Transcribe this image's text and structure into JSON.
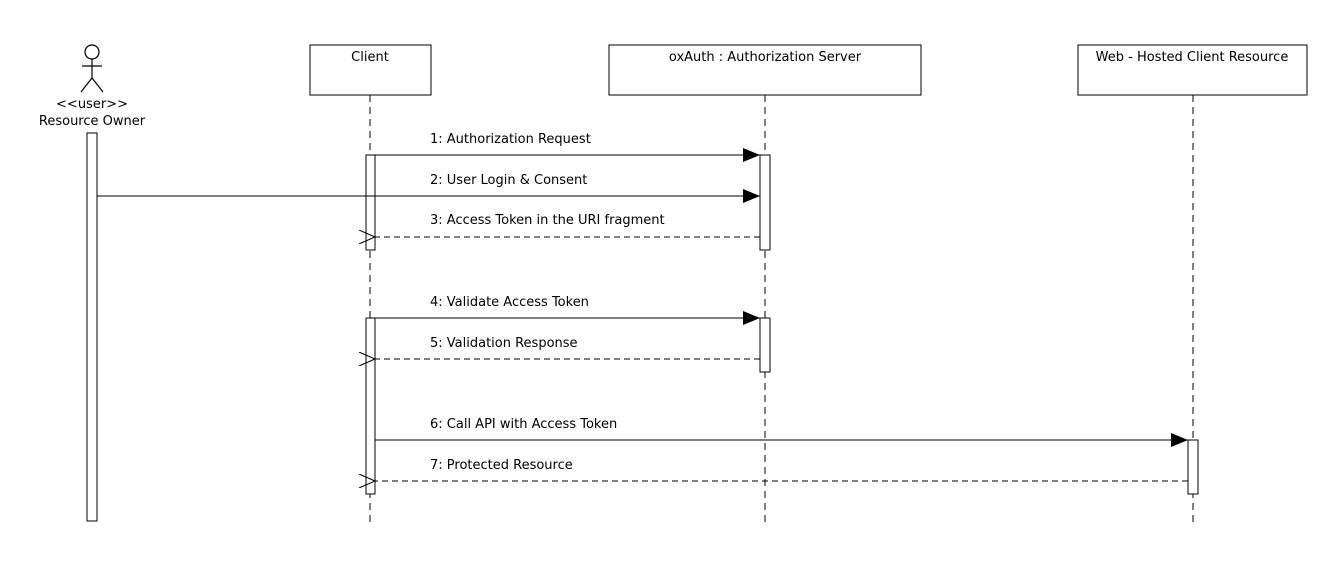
{
  "actor": {
    "stereotype": "<<user>>",
    "name": "Resource Owner",
    "icon": "stick-figure-icon"
  },
  "participants": [
    {
      "id": "client",
      "label": "Client"
    },
    {
      "id": "authz",
      "label": "oxAuth : Authorization Server"
    },
    {
      "id": "resource",
      "label": "Web - Hosted Client Resource"
    }
  ],
  "messages": [
    {
      "label": "1: Authorization Request",
      "from": "client",
      "to": "authz",
      "kind": "sync"
    },
    {
      "label": "2: User Login & Consent",
      "from": "owner",
      "to": "authz",
      "kind": "sync"
    },
    {
      "label": "3: Access Token in the URI fragment",
      "from": "authz",
      "to": "client",
      "kind": "return"
    },
    {
      "label": "4: Validate Access Token",
      "from": "client",
      "to": "authz",
      "kind": "sync"
    },
    {
      "label": "5: Validation Response",
      "from": "authz",
      "to": "client",
      "kind": "return"
    },
    {
      "label": "6: Call API with Access Token",
      "from": "client",
      "to": "resource",
      "kind": "sync"
    },
    {
      "label": "7: Protected Resource",
      "from": "resource",
      "to": "client",
      "kind": "return"
    }
  ]
}
